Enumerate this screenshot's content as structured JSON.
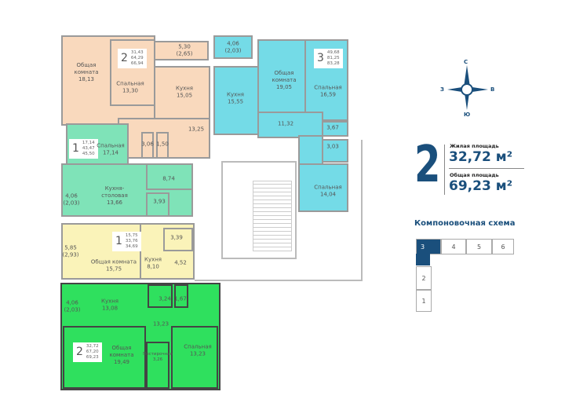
{
  "apartments": {
    "orange": {
      "rooms": "2",
      "areas": [
        "31,43",
        "64,29",
        "66,94"
      ],
      "labels": {
        "living": "Общая\nкомната\n18,13",
        "bedroom": "Спальная\n13,30",
        "kitchen": "Кухня\n15,05",
        "loggia": "5,30\n(2,65)",
        "hall": "13,25",
        "bath1": "3,06",
        "bath2": "1,50"
      }
    },
    "cyan": {
      "rooms": "3",
      "areas": [
        "49,68",
        "81,25",
        "83,28"
      ],
      "labels": {
        "loggia": "4,06\n(2,03)",
        "kitchen": "Кухня\n15,55",
        "living": "Общая\nкомната\n19,05",
        "bedroom1": "Спальная\n16,59",
        "hall": "11,32",
        "bath1": "3,67",
        "bath2": "3,03",
        "bedroom2": "Спальная\n14,04"
      }
    },
    "mint": {
      "rooms": "1",
      "areas": [
        "17,14",
        "43,47",
        "45,50"
      ],
      "labels": {
        "bedroom": "Спальная\n17,14",
        "kitchen": "Кухня-\nстоловая\n13,66",
        "hall": "8,74",
        "bath": "3,93",
        "loggia": "4,06\n(2,03)"
      }
    },
    "yellow": {
      "rooms": "1",
      "areas": [
        "15,75",
        "33,76",
        "34,69"
      ],
      "labels": {
        "living": "Общая комната\n15,75",
        "kitchen": "Кухня\n8,10",
        "bath": "3,39",
        "hall": "4,52",
        "loggia": "5,85\n(2,93)"
      }
    },
    "green": {
      "rooms": "2",
      "areas": [
        "32,72",
        "67,20",
        "69,23"
      ],
      "labels": {
        "loggia": "4,06\n(2,03)",
        "kitchen": "Кухня\n13,08",
        "bath1": "3,24",
        "bath2": "1,67",
        "hall": "13,23",
        "living": "Общая\nкомната\n19,49",
        "laundry": "Постирочная\n3,26",
        "bedroom": "Спальная\n13,23"
      }
    }
  },
  "compass": {
    "n": "С",
    "s": "Ю",
    "w": "З",
    "e": "В"
  },
  "summary": {
    "rooms": "2",
    "living_label": "Жилая площадь",
    "living_value": "32,72 м²",
    "total_label": "Общая площадь",
    "total_value": "69,23 м²"
  },
  "scheme": {
    "title": "Компоновочная схема",
    "blocks": [
      "1",
      "2",
      "3",
      "4",
      "5",
      "6"
    ],
    "selected": "3"
  },
  "colors": {
    "accent": "#1a4f7c",
    "selected": "#2fe05e"
  }
}
